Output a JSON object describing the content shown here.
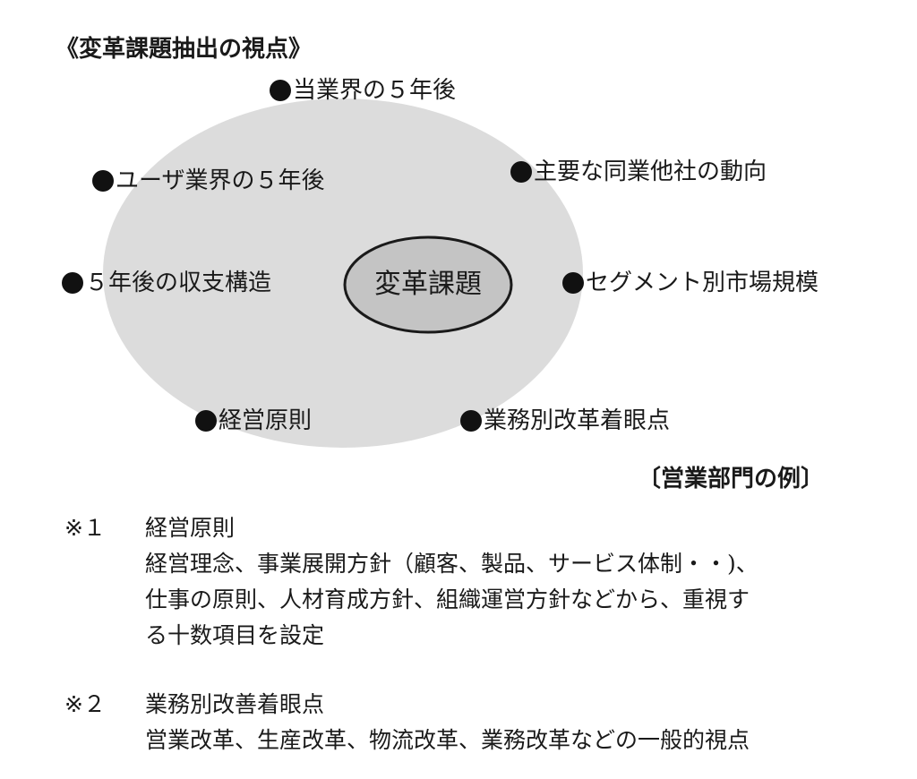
{
  "title": "《変革課題抽出の視点》",
  "center": "変革課題",
  "viewpoints": [
    "当業界の５年後",
    "ユーザ業界の５年後",
    "主要な同業他社の動向",
    "５年後の収支構造",
    "セグメント別市場規模",
    "経営原則",
    "業務別改革着眼点"
  ],
  "example_label": "〔営業部門の例〕",
  "notes": [
    {
      "mark": "※１",
      "heading": "経営原則",
      "lines": [
        "経営理念、事業展開方針（顧客、製品、サービス体制・・)、",
        "仕事の原則、人材育成方針、組織運営方針などから、重視す",
        "る十数項目を設定"
      ]
    },
    {
      "mark": "※２",
      "heading": "業務別改善着眼点",
      "lines": [
        "営業改革、生産改革、物流改革、業務改革などの一般的視点"
      ]
    }
  ]
}
